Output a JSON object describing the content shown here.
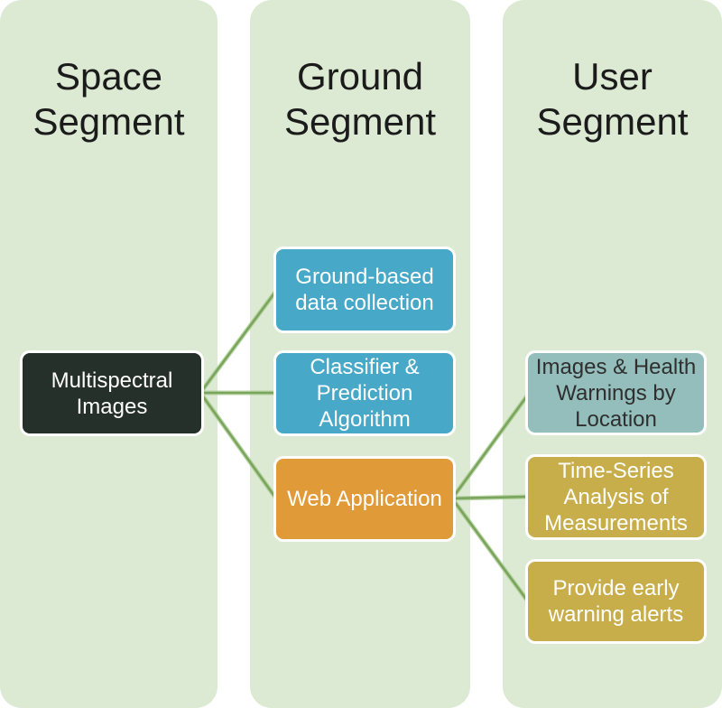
{
  "colors": {
    "background": "#ffffff",
    "panel_fill": "#dcead3",
    "panel_title_text": "#1b1b1b",
    "connector": "#79a55c",
    "connector_halo": "#a7c98b",
    "node_border": "#ffffff",
    "space_node_fill": "#243029",
    "ground_node_fill": "#48a8c8",
    "webapp_node_fill": "#e09a38",
    "user_info_node_fill": "#93bebb",
    "user_action_node_fill": "#c8ae4a",
    "light_node_text": "#ffffff",
    "dark_node_text": "#2f2f2f"
  },
  "panels": [
    {
      "id": "space",
      "title": "Space Segment"
    },
    {
      "id": "ground",
      "title": "Ground Segment"
    },
    {
      "id": "user",
      "title": "User Segment"
    }
  ],
  "nodes": [
    {
      "id": "multispectral-images",
      "panel": "space",
      "label": "Multispectral Images",
      "fill": "#243029",
      "text": "#ffffff"
    },
    {
      "id": "ground-based-data-collection",
      "panel": "ground",
      "label": "Ground-based data collection",
      "fill": "#48a8c8",
      "text": "#ffffff"
    },
    {
      "id": "classifier-prediction-algorithm",
      "panel": "ground",
      "label": "Classifier & Prediction Algorithm",
      "fill": "#48a8c8",
      "text": "#ffffff"
    },
    {
      "id": "web-application",
      "panel": "ground",
      "label": "Web Application",
      "fill": "#e09a38",
      "text": "#ffffff"
    },
    {
      "id": "images-health-warnings-by-location",
      "panel": "user",
      "label": "Images & Health Warnings by Location",
      "fill": "#93bebb",
      "text": "#2f2f2f"
    },
    {
      "id": "time-series-analysis-of-measurements",
      "panel": "user",
      "label": "Time-Series Analysis of Measurements",
      "fill": "#c8ae4a",
      "text": "#ffffff"
    },
    {
      "id": "provide-early-warning-alerts",
      "panel": "user",
      "label": "Provide early warning alerts",
      "fill": "#c8ae4a",
      "text": "#ffffff"
    }
  ],
  "edges": [
    {
      "from": "multispectral-images",
      "to": "ground-based-data-collection"
    },
    {
      "from": "multispectral-images",
      "to": "classifier-prediction-algorithm"
    },
    {
      "from": "multispectral-images",
      "to": "web-application"
    },
    {
      "from": "web-application",
      "to": "images-health-warnings-by-location"
    },
    {
      "from": "web-application",
      "to": "time-series-analysis-of-measurements"
    },
    {
      "from": "web-application",
      "to": "provide-early-warning-alerts"
    }
  ]
}
